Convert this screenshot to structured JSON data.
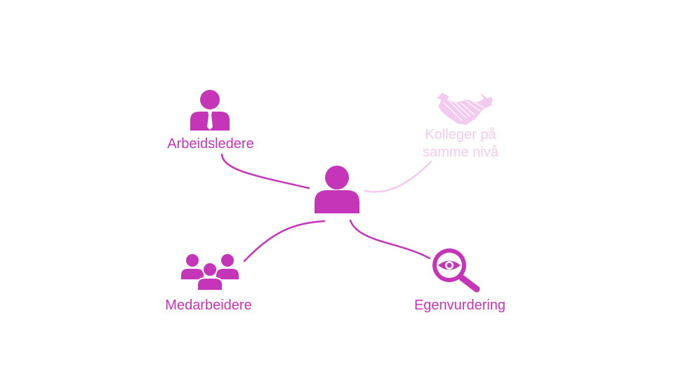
{
  "colors": {
    "primary": "#c535b8",
    "faded": "#f3cbee",
    "background": "#ffffff"
  },
  "nodes": {
    "center": {
      "icon": "person-icon"
    },
    "managers": {
      "icon": "person-with-tie-icon",
      "label": "Arbeidsledere"
    },
    "peers": {
      "icon": "handshake-icon",
      "label_line1": "Kolleger på",
      "label_line2": "samme nivå",
      "state": "faded"
    },
    "coworkers": {
      "icon": "group-of-people-icon",
      "label": "Medarbeidere"
    },
    "self": {
      "icon": "magnifier-eye-icon",
      "label": "Egenvurdering"
    }
  }
}
